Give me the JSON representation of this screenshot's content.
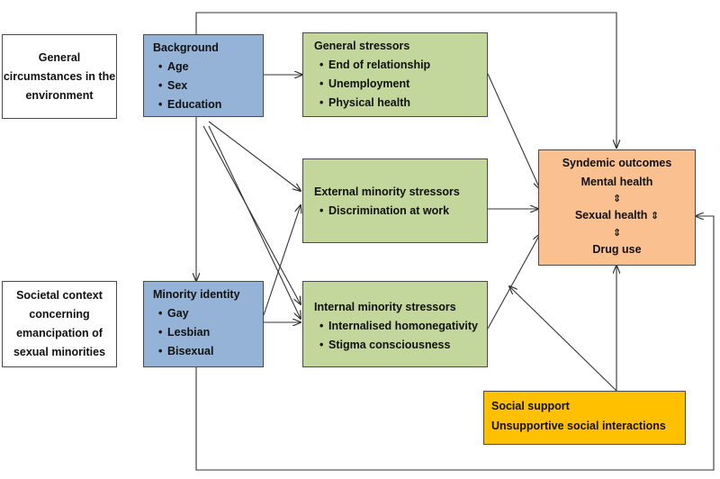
{
  "context_general": "General circumstances in the environment",
  "context_societal": "Societal context concerning emancipation of sexual minorities",
  "background": {
    "title": "Background",
    "items": [
      "Age",
      "Sex",
      "Education"
    ]
  },
  "minority_identity": {
    "title": "Minority identity",
    "items": [
      "Gay",
      "Lesbian",
      "Bisexual"
    ]
  },
  "general_stressors": {
    "title": "General stressors",
    "items": [
      "End of relationship",
      "Unemployment",
      "Physical health"
    ]
  },
  "external_stressors": {
    "title": "External minority stressors",
    "items": [
      "Discrimination  at  work"
    ]
  },
  "internal_stressors": {
    "title": "Internal minority stressors",
    "items": [
      "Internalised homonegativity",
      "Stigma consciousness"
    ]
  },
  "outcomes": {
    "title": "Syndemic outcomes",
    "mental": "Mental health",
    "sexual": "Sexual health",
    "drug": "Drug use",
    "bidir_symbol": "⇕"
  },
  "social": {
    "support": "Social support",
    "unsupportive": "Unsupportive social interactions"
  },
  "colors": {
    "blue": "#95b3d7",
    "green": "#c3d69b",
    "orange": "#fac08f",
    "gold": "#ffc000"
  }
}
